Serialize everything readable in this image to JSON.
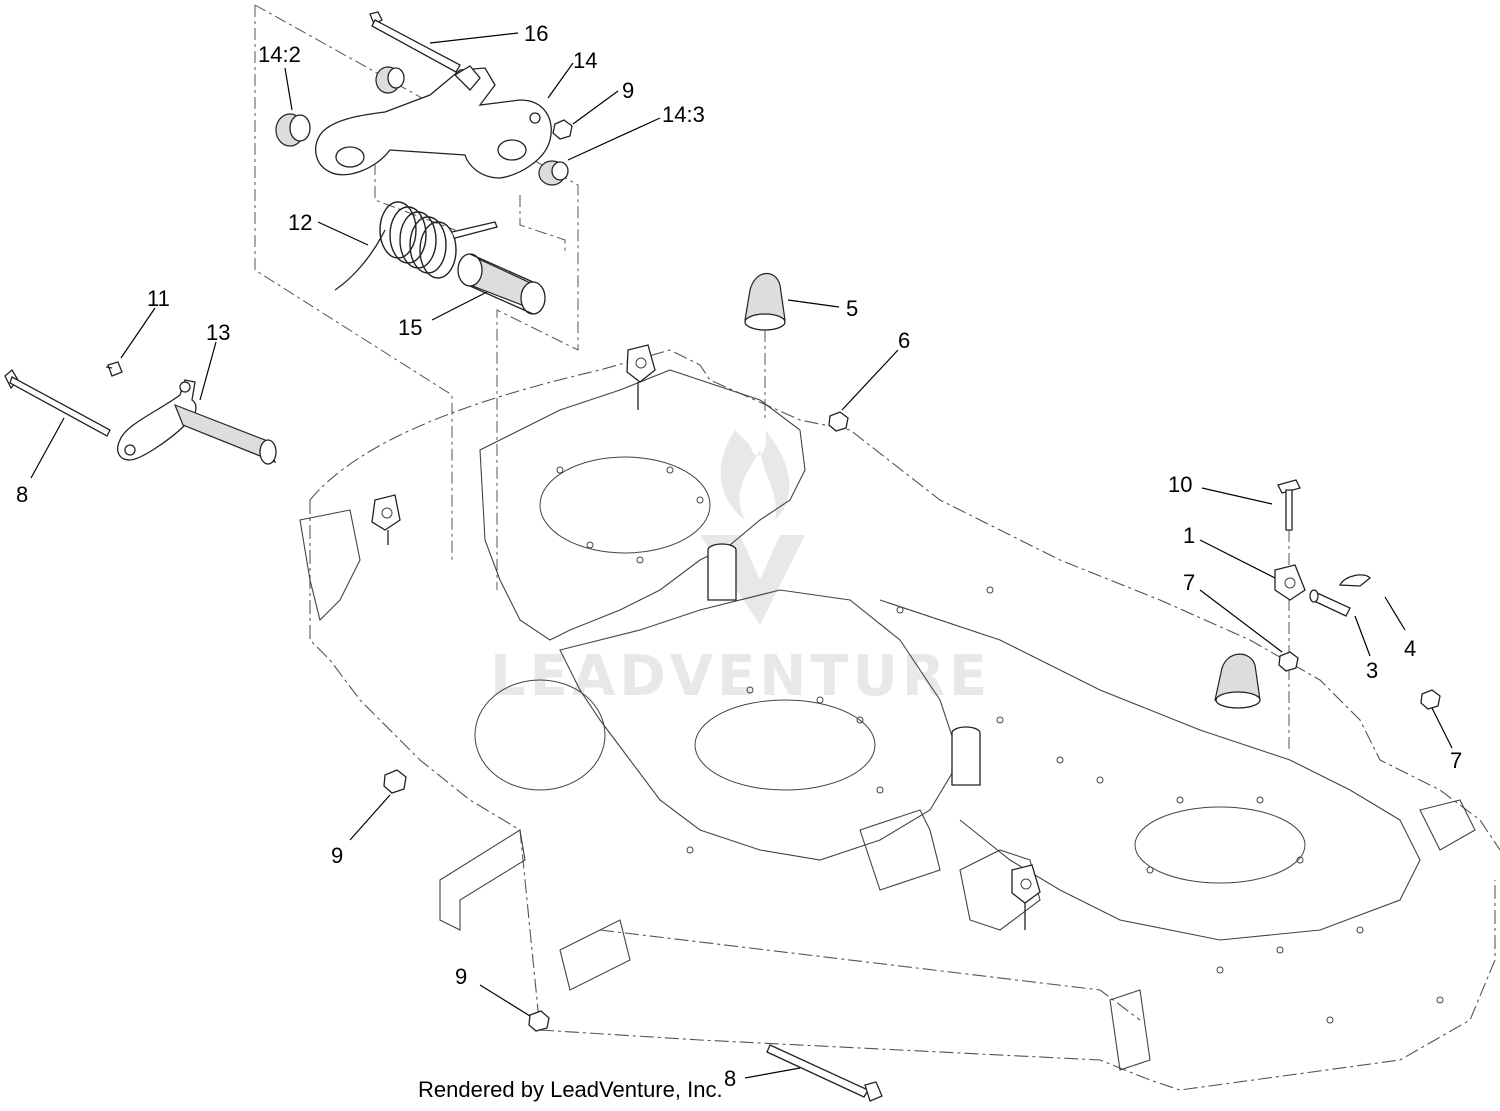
{
  "diagram": {
    "callouts": [
      {
        "id": "c16",
        "label": "16"
      },
      {
        "id": "c14-2",
        "label": "14:2"
      },
      {
        "id": "c14",
        "label": "14"
      },
      {
        "id": "c9a",
        "label": "9"
      },
      {
        "id": "c14-3",
        "label": "14:3"
      },
      {
        "id": "c12",
        "label": "12"
      },
      {
        "id": "c15",
        "label": "15"
      },
      {
        "id": "c11",
        "label": "11"
      },
      {
        "id": "c13",
        "label": "13"
      },
      {
        "id": "c8a",
        "label": "8"
      },
      {
        "id": "c5",
        "label": "5"
      },
      {
        "id": "c6",
        "label": "6"
      },
      {
        "id": "c10",
        "label": "10"
      },
      {
        "id": "c1",
        "label": "1"
      },
      {
        "id": "c7a",
        "label": "7"
      },
      {
        "id": "c4",
        "label": "4"
      },
      {
        "id": "c3",
        "label": "3"
      },
      {
        "id": "c7b",
        "label": "7"
      },
      {
        "id": "c9b",
        "label": "9"
      },
      {
        "id": "c9c",
        "label": "9"
      },
      {
        "id": "c8b",
        "label": "8"
      }
    ],
    "credit": "Rendered by LeadVenture, Inc.",
    "watermark": "LEADVENTURE"
  }
}
